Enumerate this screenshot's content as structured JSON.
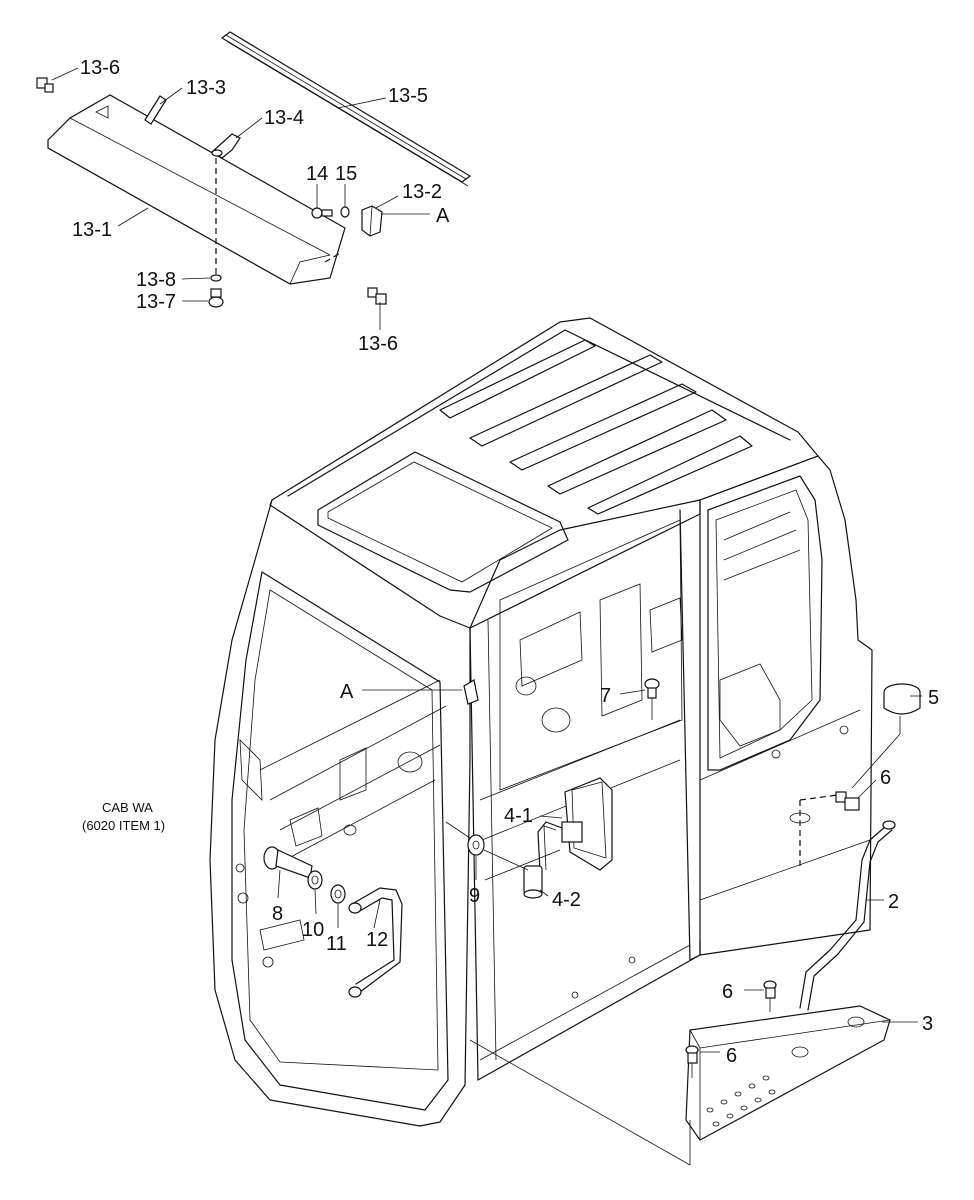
{
  "callouts": {
    "c13_6_top": "13-6",
    "c13_3": "13-3",
    "c13_4": "13-4",
    "c13_5": "13-5",
    "c14": "14",
    "c15": "15",
    "c13_2": "13-2",
    "cA_top": "A",
    "c13_1": "13-1",
    "c13_8": "13-8",
    "c13_7": "13-7",
    "c13_6_bottom": "13-6",
    "cA_cab": "A",
    "c7": "7",
    "c5": "5",
    "c6_right": "6",
    "c4_1": "4-1",
    "c4_2": "4-2",
    "c9": "9",
    "c8": "8",
    "c10": "10",
    "c11": "11",
    "c12": "12",
    "c2": "2",
    "c6_mid": "6",
    "c3": "3",
    "c6_low": "6"
  },
  "note": {
    "line1": "CAB WA",
    "line2": "(6020 ITEM 1)"
  }
}
